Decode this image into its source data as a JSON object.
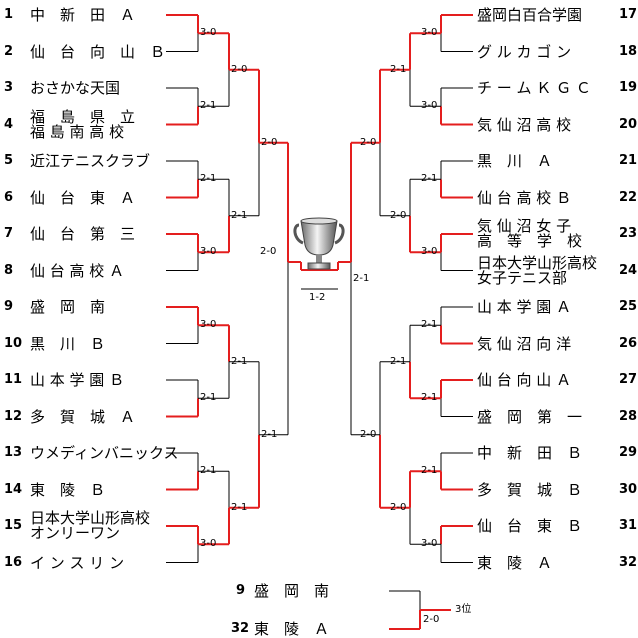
{
  "left_teams": [
    {
      "seed": "1",
      "name": "中　新　田　Ａ"
    },
    {
      "seed": "2",
      "name": "仙　台　向　山　Ｂ"
    },
    {
      "seed": "3",
      "name": "おさかな天国"
    },
    {
      "seed": "4",
      "name": "福　島　県　立",
      "name2": "福 島 南 高 校"
    },
    {
      "seed": "5",
      "name": "近江テニスクラブ"
    },
    {
      "seed": "6",
      "name": "仙　台　東　Ａ"
    },
    {
      "seed": "7",
      "name": "仙　台　第　三"
    },
    {
      "seed": "8",
      "name": "仙 台 高 校 Ａ"
    },
    {
      "seed": "9",
      "name": "盛　岡　南"
    },
    {
      "seed": "10",
      "name": "黒　川　Ｂ"
    },
    {
      "seed": "11",
      "name": "山 本 学 園 Ｂ"
    },
    {
      "seed": "12",
      "name": "多　賀　城　Ａ"
    },
    {
      "seed": "13",
      "name": "ウメディンバニックス"
    },
    {
      "seed": "14",
      "name": "東　陵　Ｂ"
    },
    {
      "seed": "15",
      "name": "日本大学山形高校",
      "name2": "オンリーワン"
    },
    {
      "seed": "16",
      "name": "イ ン ス リ ン"
    }
  ],
  "right_teams": [
    {
      "seed": "17",
      "name": "盛岡白百合学園"
    },
    {
      "seed": "18",
      "name": "グ ル カ ゴ ン"
    },
    {
      "seed": "19",
      "name": "チ ー ム Ｋ Ｇ Ｃ"
    },
    {
      "seed": "20",
      "name": "気 仙 沼 高 校"
    },
    {
      "seed": "21",
      "name": "黒　川　Ａ"
    },
    {
      "seed": "22",
      "name": "仙 台 高 校 Ｂ"
    },
    {
      "seed": "23",
      "name": "気 仙 沼 女 子",
      "name2": "高　等　学　校"
    },
    {
      "seed": "24",
      "name": "日本大学山形高校",
      "name2": "女子テニス部"
    },
    {
      "seed": "25",
      "name": "山 本 学 園 Ａ"
    },
    {
      "seed": "26",
      "name": "気 仙 沼 向 洋"
    },
    {
      "seed": "27",
      "name": "仙 台 向 山 Ａ"
    },
    {
      "seed": "28",
      "name": "盛　岡　第　一"
    },
    {
      "seed": "29",
      "name": "中　新　田　Ｂ"
    },
    {
      "seed": "30",
      "name": "多　賀　城　Ｂ"
    },
    {
      "seed": "31",
      "name": "仙　台　東　Ｂ"
    },
    {
      "seed": "32",
      "name": "東　陵　Ａ"
    }
  ],
  "scores": {
    "l_r1": [
      "3-0",
      "2-1",
      "2-1",
      "3-0",
      "3-0",
      "2-1",
      "2-1",
      "3-0"
    ],
    "l_r2": [
      "2-0",
      "2-1",
      "2-1",
      "2-1"
    ],
    "l_r3": [
      "2-0",
      "2-1"
    ],
    "l_sf": "2-0",
    "r_r1": [
      "3-0",
      "3-0",
      "2-1",
      "3-0",
      "2-1",
      "2-1",
      "2-1",
      "3-0"
    ],
    "r_r2": [
      "2-1",
      "2-0",
      "2-1",
      "2-0"
    ],
    "r_r3": [
      "2-0",
      "2-0"
    ],
    "r_sf": "2-1",
    "final": "1-2"
  },
  "third_place": {
    "team_a": {
      "seed": "9",
      "name": "盛　岡　南"
    },
    "team_b": {
      "seed": "32",
      "name": "東　陵　Ａ"
    },
    "score": "2-0",
    "label": "3位"
  },
  "colors": {
    "winner": "#e41e1e",
    "line": "#000000"
  },
  "trophy_icon": "trophy-icon"
}
